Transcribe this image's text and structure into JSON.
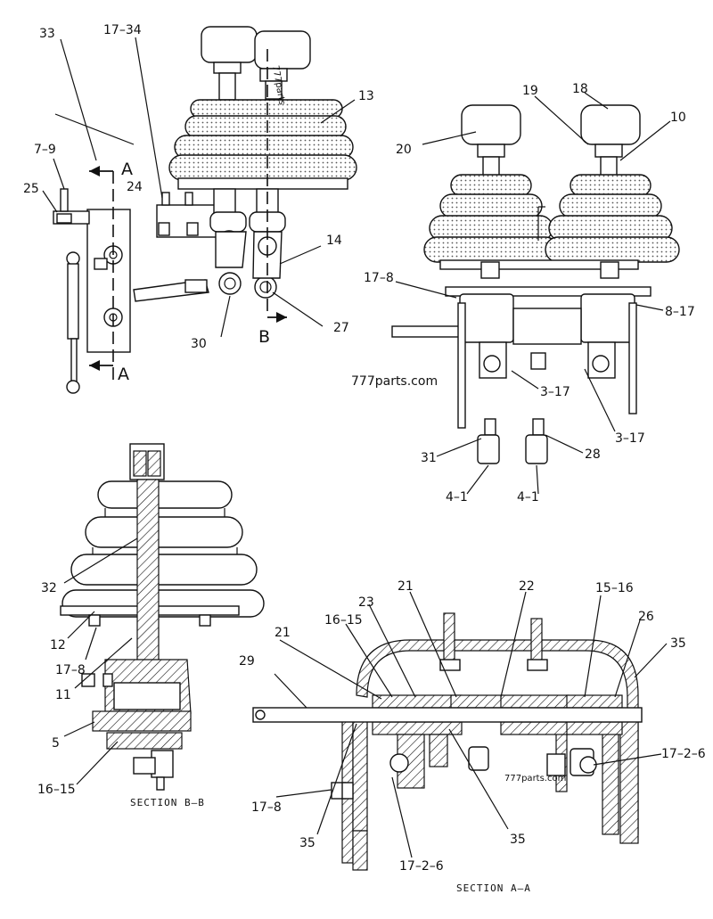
{
  "labels": {
    "l33": "33",
    "l17_34": "17–34",
    "l13": "13",
    "l7_9": "7–9",
    "l25": "25",
    "l24": "24",
    "l14": "14",
    "l30": "30",
    "l27": "27",
    "secA_top": "A",
    "secA_bot": "A",
    "secB": "B",
    "l19": "19",
    "l18": "18",
    "l20": "20",
    "l10": "10",
    "l17_8a": "17–8",
    "l8_17": "8–17",
    "l3_17a": "3–17",
    "l3_17b": "3–17",
    "l31": "31",
    "l28": "28",
    "l4_1a": "4–1",
    "l4_1b": "4–1",
    "l32": "32",
    "l12": "12",
    "l17_8b": "17–8",
    "l11": "11",
    "l5": "5",
    "l16_15a": "16–15",
    "l21a": "21",
    "l22": "22",
    "l15_16": "15–16",
    "l23": "23",
    "l16_15b": "16–15",
    "l26": "26",
    "l21b": "21",
    "l35a": "35",
    "l29": "29",
    "l17_2_6a": "17–2–6",
    "l17_8c": "17–8",
    "l35b": "35",
    "l35c": "35",
    "l17_2_6b": "17–2–6"
  },
  "captions": {
    "section_bb": "SECTION B–B",
    "section_aa": "SECTION A–A"
  },
  "watermarks": {
    "main": "777parts.com",
    "small": "777parts.com",
    "vertical": "777parts"
  }
}
